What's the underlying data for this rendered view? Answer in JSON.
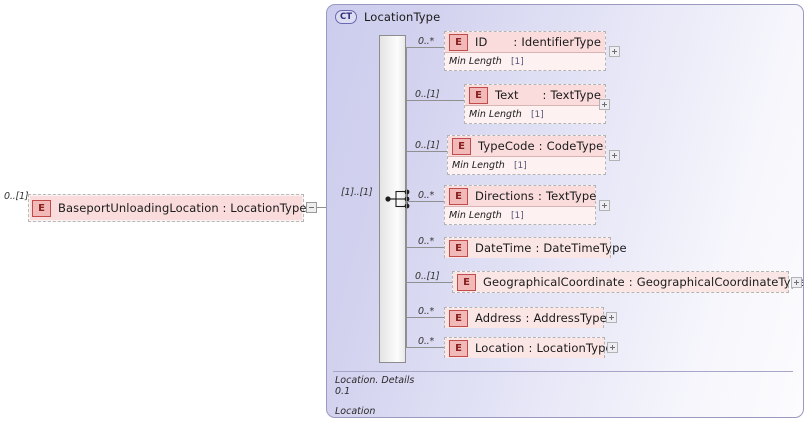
{
  "root_element": {
    "cardinality": "0..[1]",
    "badge": "E",
    "label": "BaseportUnloadingLocation : LocationType",
    "collapse_icon": "minus-box"
  },
  "complex_type": {
    "badge": "CT",
    "name": "LocationType",
    "compositor": "sequence",
    "compositor_cardinality": "[1]..[1]",
    "footer": {
      "line1": "Location. Details",
      "line2": "0.1",
      "line3": "Location"
    }
  },
  "members": [
    {
      "cardinality": "0..*",
      "badge": "E",
      "name": "ID",
      "sep": ":",
      "type": "IdentifierType",
      "facet_name": "Min Length",
      "facet_value": "[1]",
      "expand": "+"
    },
    {
      "cardinality": "0..[1]",
      "badge": "E",
      "name": "Text",
      "sep": ":",
      "type": "TextType",
      "facet_name": "Min Length",
      "facet_value": "[1]",
      "expand": "+"
    },
    {
      "cardinality": "0..[1]",
      "badge": "E",
      "name": "TypeCode",
      "sep": ":",
      "type": "CodeType",
      "facet_name": "Min Length",
      "facet_value": "[1]",
      "expand": "+"
    },
    {
      "cardinality": "0..*",
      "badge": "E",
      "name": "Directions",
      "sep": ":",
      "type": "TextType",
      "facet_name": "Min Length",
      "facet_value": "[1]",
      "expand": "+"
    },
    {
      "cardinality": "0..*",
      "badge": "E",
      "name": "DateTime",
      "sep": ":",
      "type": "DateTimeType",
      "facet_name": null,
      "facet_value": null,
      "expand": null
    },
    {
      "cardinality": "0..[1]",
      "badge": "E",
      "name": "GeographicalCoordinate",
      "sep": ":",
      "type": "GeographicalCoordinateType",
      "facet_name": null,
      "facet_value": null,
      "expand": "+"
    },
    {
      "cardinality": "0..*",
      "badge": "E",
      "name": "Address",
      "sep": ":",
      "type": "AddressType",
      "facet_name": null,
      "facet_value": null,
      "expand": "+"
    },
    {
      "cardinality": "0..*",
      "badge": "E",
      "name": "Location",
      "sep": ":",
      "type": "LocationType",
      "facet_name": null,
      "facet_value": null,
      "expand": "+"
    }
  ],
  "colors": {
    "element_fill": "#fadcdc",
    "element_border": "#b4b4b4",
    "badge_border": "#c14b4b",
    "container_border": "#9a9ac0",
    "container_fill": "#d8d8f0",
    "connector": "#909090"
  }
}
